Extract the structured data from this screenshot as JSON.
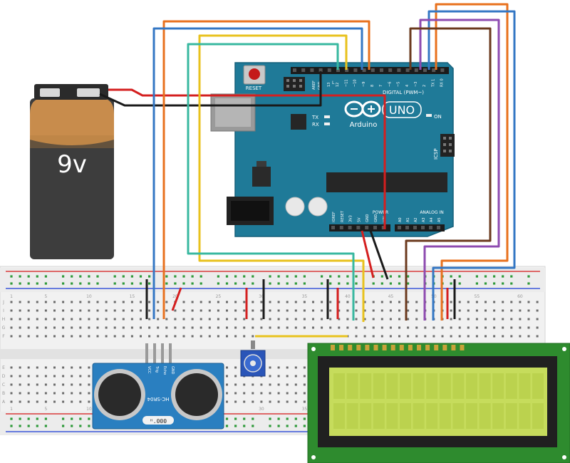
{
  "battery": {
    "label": "9v",
    "body_color": "#3d3d3d",
    "top_color": "#c88c4c"
  },
  "arduino": {
    "brand": "Arduino",
    "model": "UNO",
    "reset_label": "RESET",
    "digital_label": "DIGITAL (PWM~)",
    "analog_label": "ANALOG IN",
    "power_label": "POWER",
    "icsp_label": "ICSP",
    "tx_label": "TX",
    "rx_label": "RX",
    "on_label": "ON",
    "l_label": "L",
    "aref_label": "AREF",
    "gnd_label": "GND",
    "digital_pins": [
      "13",
      "12",
      "~11",
      "~10",
      "~9",
      "8",
      "7",
      "~6",
      "~5",
      "4",
      "~3",
      "2",
      "TX 1",
      "RX 0"
    ],
    "power_pins": [
      "IOREF",
      "RESET",
      "3V3",
      "5V",
      "GND",
      "GND",
      "VIN"
    ],
    "analog_pins": [
      "A0",
      "A1",
      "A2",
      "A3",
      "A4",
      "A5"
    ],
    "board_color": "#1f7a98"
  },
  "breadboard": {
    "column_numbers": [
      "1",
      "5",
      "10",
      "15",
      "20",
      "25",
      "30",
      "35",
      "40",
      "45",
      "50",
      "55",
      "60"
    ],
    "row_letters_top": [
      "J",
      "I",
      "H",
      "G",
      "F"
    ],
    "row_letters_bottom": [
      "E",
      "D",
      "C",
      "B",
      "A"
    ]
  },
  "sensor": {
    "model": "HC-SR04",
    "pins": [
      "VCC",
      "Trig",
      "Echo",
      "GND"
    ],
    "crystal": "ᴴ.000"
  },
  "lcd": {
    "frame_color": "#2e8b2e",
    "screen_color": "#c6dc5c"
  },
  "wire_colors": {
    "orange": "#e8711e",
    "blue": "#3477c4",
    "yellow": "#e8c21e",
    "teal": "#38b8a0",
    "purple": "#8e4bb0",
    "brown": "#6b3a1e",
    "red": "#d41f1f",
    "black": "#1a1a1a"
  }
}
